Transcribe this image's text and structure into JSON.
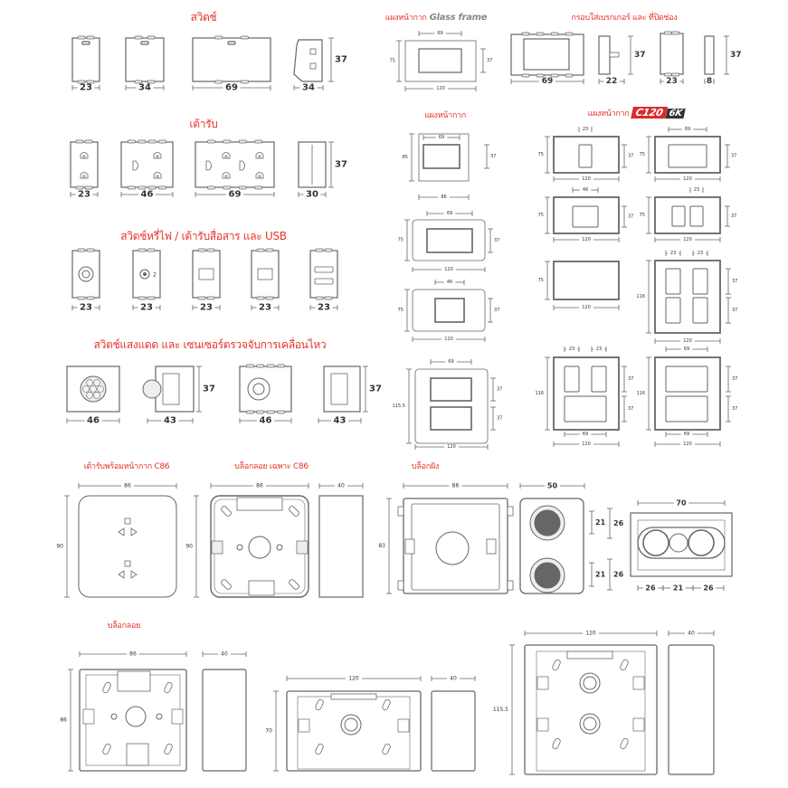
{
  "colors": {
    "title": "#e8322a",
    "line": "#666666",
    "badge": "#d92b2b"
  },
  "sections": {
    "switch": {
      "title": "สวิตช์",
      "dims": [
        "23",
        "34",
        "69",
        "34",
        "37"
      ]
    },
    "outlet": {
      "title": "เต้ารับ",
      "dims": [
        "23",
        "46",
        "69",
        "30",
        "37"
      ]
    },
    "dimmer": {
      "title": "สวิตช์หรี่ไฟ / เต้ารับสื่อสาร และ USB",
      "dims": [
        "23",
        "23",
        "23",
        "23",
        "23"
      ],
      "tv_mark": "2"
    },
    "sensor": {
      "title": "สวิตช์แสงแดด และ เซนเซอร์ตรวจจับการเคลื่อนไหว",
      "dims": [
        "46",
        "43",
        "37",
        "46",
        "43",
        "37"
      ]
    },
    "glass": {
      "title": "แผงหน้ากาก",
      "brand": "Glass frame",
      "dims": [
        "69",
        "75",
        "37",
        "120"
      ]
    },
    "breaker": {
      "title": "กรอบใส่เบรกเกอร์ และ ที่ปิดช่อง",
      "dims": [
        "69",
        "22",
        "37",
        "23",
        "8",
        "37"
      ]
    },
    "faceplate": {
      "title": "แผงหน้ากาก",
      "panels": [
        {
          "dims": [
            "69",
            "85",
            "37",
            "86"
          ]
        },
        {
          "dims": [
            "69",
            "75",
            "37",
            "120"
          ]
        },
        {
          "dims": [
            "46",
            "75",
            "37",
            "120"
          ]
        },
        {
          "dims": [
            "69",
            "115.5",
            "37",
            "37",
            "120"
          ]
        }
      ]
    },
    "c120": {
      "title": "แผงหน้ากาก",
      "badge": "C120",
      "badge2": "6K",
      "panels": [
        {
          "dims": [
            "23",
            "75",
            "37",
            "120"
          ]
        },
        {
          "dims": [
            "69",
            "75",
            "37",
            "120"
          ]
        },
        {
          "dims": [
            "46",
            "75",
            "37",
            "120"
          ]
        },
        {
          "dims": [
            "23",
            "75",
            "37",
            "120"
          ]
        },
        {
          "dims": [
            "75",
            "120"
          ]
        },
        {
          "dims": [
            "23",
            "23",
            "116",
            "37",
            "37",
            "120"
          ]
        },
        {
          "dims": [
            "23",
            "23",
            "116",
            "37",
            "37",
            "69",
            "120"
          ]
        },
        {
          "dims": [
            "69",
            "116",
            "37",
            "37",
            "69",
            "120"
          ]
        }
      ]
    },
    "c86_outlet": {
      "title": "เต้ารับพร้อมหน้ากาก C86",
      "dims": [
        "86",
        "90"
      ]
    },
    "c86_box": {
      "title": "บล็อกลอย เฉพาะ C86",
      "dims": [
        "86",
        "90",
        "40"
      ]
    },
    "flush": {
      "title": "บล็อกฝัง",
      "dims": [
        "86",
        "83",
        "50",
        "21",
        "26",
        "21",
        "26",
        "70",
        "26",
        "21",
        "26"
      ]
    },
    "surface": {
      "title": "บล็อกลอย",
      "dims": [
        "86",
        "86",
        "40",
        "120",
        "70",
        "40",
        "120",
        "115.5",
        "40"
      ]
    }
  }
}
